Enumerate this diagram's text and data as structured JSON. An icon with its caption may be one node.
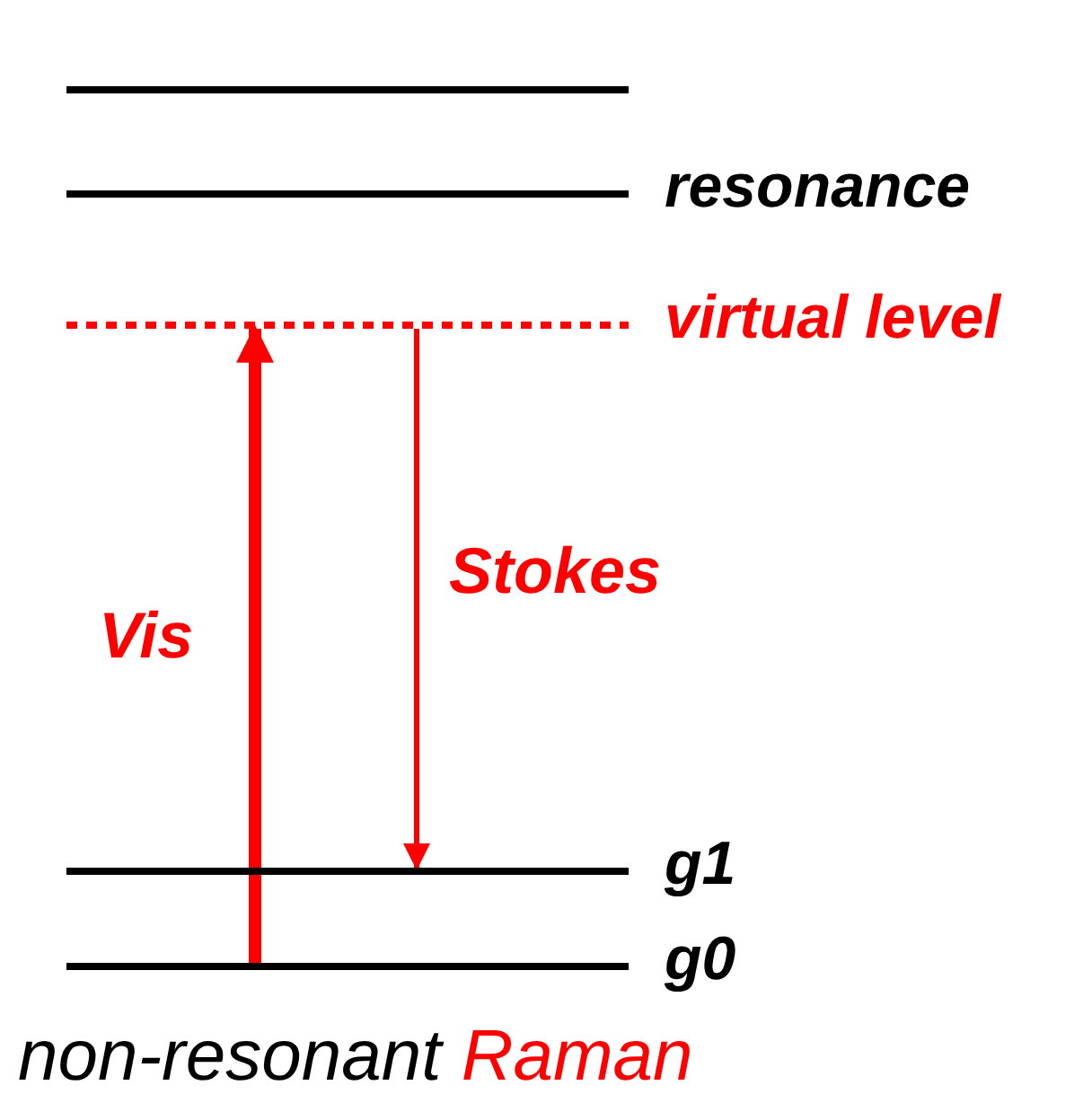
{
  "diagram": {
    "caption": "non-resonant Raman",
    "nodes": [
      {
        "text": [],
        "shape": "bar"
      },
      {
        "text": [
          "resonance"
        ]
      },
      {
        "text": [
          "virtual level"
        ]
      },
      {
        "text": [
          "g1"
        ]
      },
      {
        "text": [
          "g0"
        ]
      }
    ],
    "edges": [
      {
        "from": 4,
        "to": 2,
        "arrow": "to",
        "label": "Vis",
        "style": "thick"
      },
      {
        "from": 2,
        "to": 3,
        "arrow": "to",
        "label": "Stokes"
      }
    ]
  }
}
